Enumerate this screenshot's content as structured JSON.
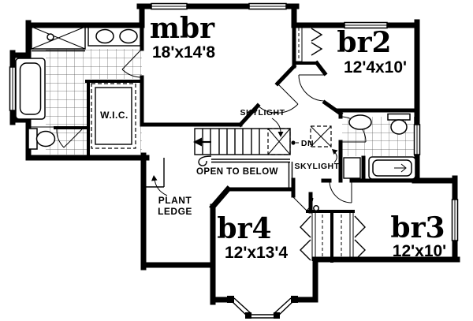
{
  "plan": {
    "rooms": {
      "mbr": {
        "name": "mbr",
        "dims": "18'x14'8"
      },
      "br2": {
        "name": "br2",
        "dims": "12'4x10'"
      },
      "br3": {
        "name": "br3",
        "dims": "12'x10'"
      },
      "br4": {
        "name": "br4",
        "dims": "12'x13'4"
      },
      "wic": {
        "name": "W.I.C."
      }
    },
    "labels": {
      "skylight_stairs": "SKYLIGHT",
      "skylight_hall": "SKYLIGHT",
      "down": "DN",
      "open_to_below": "OPEN TO BELOW",
      "plant_line1": "PLANT",
      "plant_line2": "LEDGE"
    },
    "colors": {
      "wall": "#000000",
      "background": "#ffffff",
      "tile_line": "#555555"
    }
  }
}
